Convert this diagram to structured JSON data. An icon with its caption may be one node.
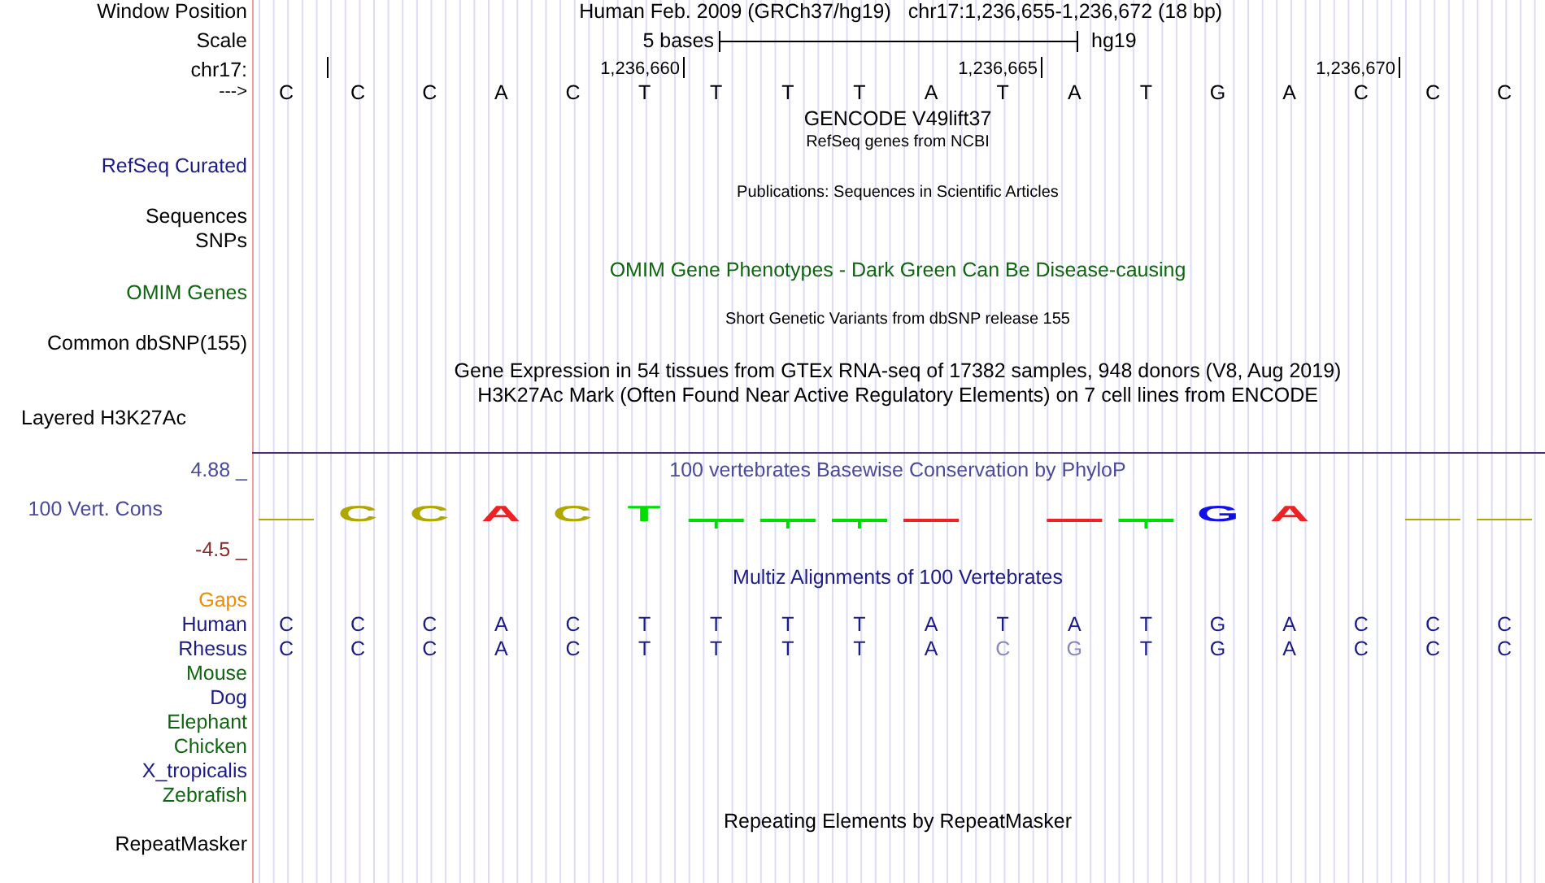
{
  "diagram": {
    "labels": [
      "Window Position",
      "Human Feb. 2009 (GRCh37/hg19)",
      "chr17:1,236,655-1,236,672 (18 bp)",
      "Scale",
      "5 bases",
      "hg19",
      "chr17:",
      "1,236,660",
      "1,236,665",
      "1,236,670",
      "--->",
      "C",
      "C",
      "C",
      "A",
      "C",
      "T",
      "T",
      "T",
      "T",
      "A",
      "T",
      "A",
      "T",
      "G",
      "A",
      "C",
      "C",
      "C",
      "GENCODE V49lift37",
      "RefSeq genes from NCBI",
      "RefSeq Curated",
      "Publications: Sequences in Scientific Articles",
      "Sequences",
      "SNPs",
      "OMIM Gene Phenotypes - Dark Green Can Be Disease-causing",
      "OMIM Genes",
      "Short Genetic Variants from dbSNP release 155",
      "Common dbSNP(155)",
      "Gene Expression in 54 tissues from GTEx RNA-seq of 17382 samples, 948 donors (V8, Aug 2019)",
      "H3K27Ac Mark (Often Found Near Active Regulatory Elements) on 7 cell lines from ENCODE",
      "Layered H3K27Ac",
      "4.88 _",
      "100 vertebrates Basewise Conservation by PhyloP",
      "100 Vert. Cons",
      "C",
      "C",
      "A",
      "C",
      "T",
      "G",
      "A",
      "-4.5 _",
      "Multiz Alignments of 100 Vertebrates",
      "Gaps",
      "Human",
      "C",
      "C",
      "C",
      "A",
      "C",
      "T",
      "T",
      "T",
      "T",
      "A",
      "T",
      "A",
      "T",
      "G",
      "A",
      "C",
      "C",
      "C",
      "Rhesus",
      "C",
      "C",
      "C",
      "A",
      "C",
      "T",
      "T",
      "T",
      "T",
      "A",
      "C",
      "G",
      "T",
      "G",
      "A",
      "C",
      "C",
      "C",
      "Mouse",
      "Dog",
      "Elephant",
      "Chicken",
      "X_tropicalis",
      "Zebrafish",
      "Repeating Elements by RepeatMasker",
      "RepeatMasker"
    ]
  }
}
